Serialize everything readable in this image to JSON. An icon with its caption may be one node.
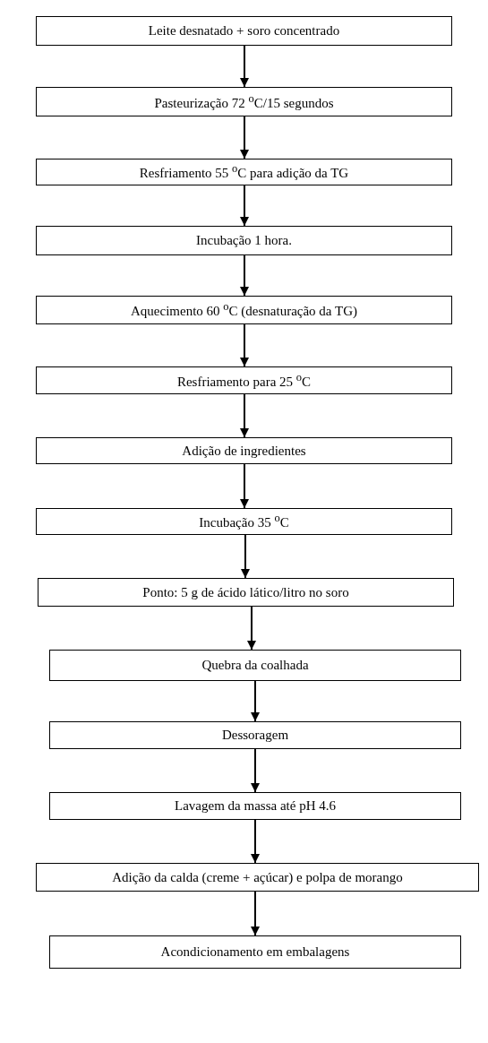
{
  "diagram": {
    "nodes": [
      {
        "text": [
          "Leite desnatado + soro concentrado"
        ]
      },
      {
        "text": [
          "Pasteurização 72 $^{o}$C/15 segundos"
        ]
      },
      {
        "text": [
          "Resfriamento 55 $^{o}$C para adição da TG"
        ]
      },
      {
        "text": [
          "Incubação 1 hora."
        ]
      },
      {
        "text": [
          "Aquecimento 60 $^{o}$C (desnaturação da TG)"
        ]
      },
      {
        "text": [
          "Resfriamento para 25 $^{o}$C"
        ]
      },
      {
        "text": [
          "Adição de ingredientes"
        ]
      },
      {
        "text": [
          "Incubação 35 $^{o}$C"
        ]
      },
      {
        "text": [
          "Ponto: 5 g de ácido lático/litro no soro"
        ]
      },
      {
        "text": [
          "Quebra da coalhada"
        ]
      },
      {
        "text": [
          "Dessoragem"
        ]
      },
      {
        "text": [
          "Lavagem da massa até pH 4.6"
        ]
      },
      {
        "text": [
          "Adição da calda (creme + açúcar) e polpa de morango"
        ]
      },
      {
        "text": [
          "Acondicionamento em embalagens"
        ]
      }
    ],
    "edges": [
      {
        "from": 0,
        "to": 1,
        "arrow": "to"
      },
      {
        "from": 1,
        "to": 2,
        "arrow": "to"
      },
      {
        "from": 2,
        "to": 3,
        "arrow": "to"
      },
      {
        "from": 3,
        "to": 4,
        "arrow": "to"
      },
      {
        "from": 4,
        "to": 5,
        "arrow": "to"
      },
      {
        "from": 5,
        "to": 6,
        "arrow": "to"
      },
      {
        "from": 6,
        "to": 7,
        "arrow": "to"
      },
      {
        "from": 7,
        "to": 8,
        "arrow": "to"
      },
      {
        "from": 8,
        "to": 9,
        "arrow": "to"
      },
      {
        "from": 9,
        "to": 10,
        "arrow": "to"
      },
      {
        "from": 10,
        "to": 11,
        "arrow": "to"
      },
      {
        "from": 11,
        "to": 12,
        "arrow": "to"
      },
      {
        "from": 12,
        "to": 13,
        "arrow": "to"
      }
    ]
  }
}
